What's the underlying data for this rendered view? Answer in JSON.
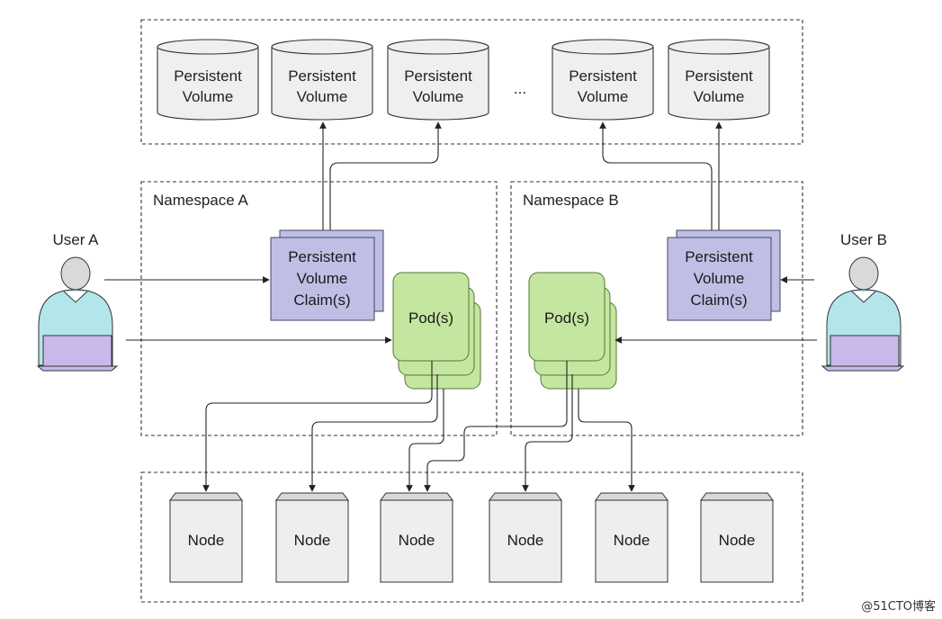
{
  "volumes": [
    {
      "line1": "Persistent",
      "line2": "Volume"
    },
    {
      "line1": "Persistent",
      "line2": "Volume"
    },
    {
      "line1": "Persistent",
      "line2": "Volume"
    },
    {
      "line1": "Persistent",
      "line2": "Volume"
    },
    {
      "line1": "Persistent",
      "line2": "Volume"
    }
  ],
  "ellipsis": "...",
  "namespaces": [
    {
      "label": "Namespace A"
    },
    {
      "label": "Namespace B"
    }
  ],
  "users": [
    {
      "label": "User A"
    },
    {
      "label": "User B"
    }
  ],
  "claims": [
    {
      "line1": "Persistent",
      "line2": "Volume",
      "line3": "Claim(s)"
    },
    {
      "line1": "Persistent",
      "line2": "Volume",
      "line3": "Claim(s)"
    }
  ],
  "pods": [
    {
      "label": "Pod(s)"
    },
    {
      "label": "Pod(s)"
    }
  ],
  "nodes": [
    "Node",
    "Node",
    "Node",
    "Node",
    "Node",
    "Node"
  ],
  "watermark": "@51CTO博客",
  "colors": {
    "pvc_fill": "#bfbfe6",
    "pod_fill": "#c5e6a0",
    "user_shirt": "#b2e6ea",
    "laptop": "#c9b8ea",
    "volume_fill": "#efefef",
    "node_fill": "#eeeeee"
  }
}
